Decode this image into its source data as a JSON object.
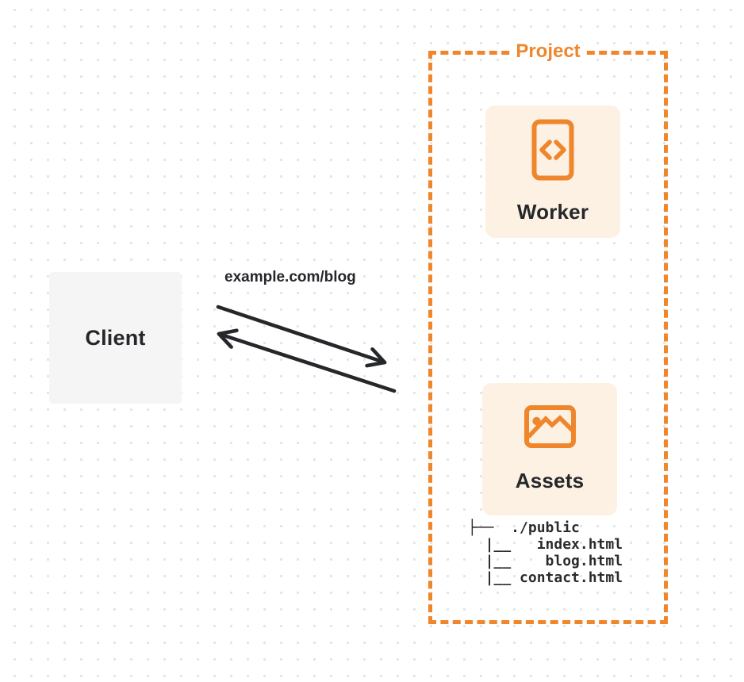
{
  "colors": {
    "orange": "#F0862C",
    "card_bg": "#FCF1E3",
    "client_bg": "#F5F5F6",
    "text_dark": "#26272B",
    "arrow": "#26272B",
    "dot": "#E3E3E6",
    "canvas_bg": "#FFFFFF"
  },
  "client": {
    "label": "Client"
  },
  "request": {
    "label": "example.com/blog"
  },
  "project": {
    "label": "Project",
    "worker": {
      "label": "Worker",
      "icon": "code-document-icon"
    },
    "assets": {
      "label": "Assets",
      "icon": "image-icon"
    },
    "file_tree": {
      "root": "./public",
      "files": [
        "index.html",
        "blog.html",
        "contact.html"
      ],
      "lines": [
        "├──  ./public",
        "  |__   index.html",
        "  |__    blog.html",
        "  |__ contact.html"
      ]
    }
  }
}
